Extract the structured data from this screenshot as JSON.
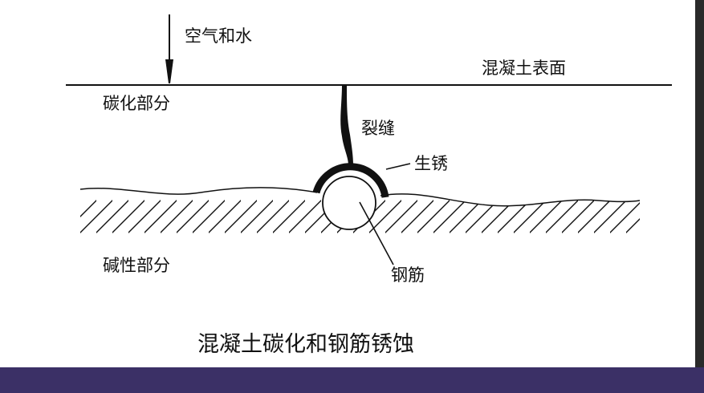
{
  "labels": {
    "air_water": "空气和水",
    "concrete_surface": "混凝土表面",
    "carbonated_zone": "碳化部分",
    "crack": "裂缝",
    "rust": "生锈",
    "alkaline_zone": "碱性部分",
    "rebar": "钢筋"
  },
  "caption": "混凝土碳化和钢筋锈蚀",
  "colors": {
    "ink": "#111111",
    "frame_right": "#2a2a2a",
    "bottom_bar": "#3b3066"
  }
}
